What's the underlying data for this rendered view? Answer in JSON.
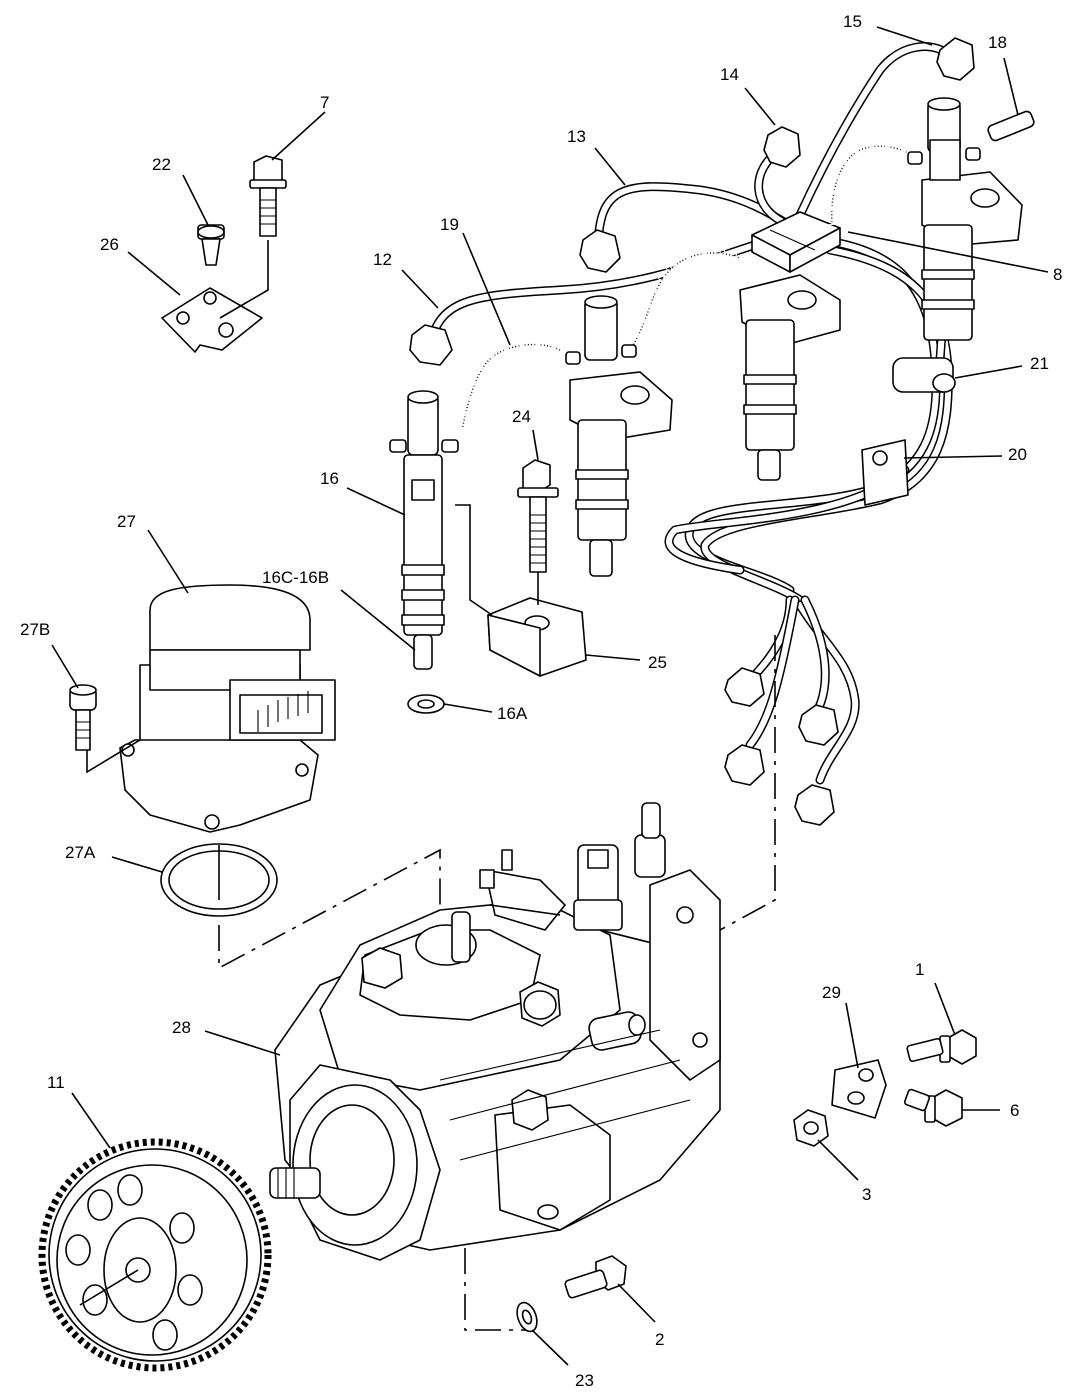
{
  "labels": {
    "l1": "1",
    "l2": "2",
    "l3": "3",
    "l6": "6",
    "l7": "7",
    "l8": "8",
    "l11": "11",
    "l12": "12",
    "l13": "13",
    "l14": "14",
    "l15": "15",
    "l16": "16",
    "l16A": "16A",
    "l16C": "16C-16B",
    "l18": "18",
    "l19": "19",
    "l20": "20",
    "l21": "21",
    "l22": "22",
    "l23": "23",
    "l24": "24",
    "l25": "25",
    "l26": "26",
    "l27": "27",
    "l27A": "27A",
    "l27B": "27B",
    "l28": "28",
    "l29": "29"
  }
}
